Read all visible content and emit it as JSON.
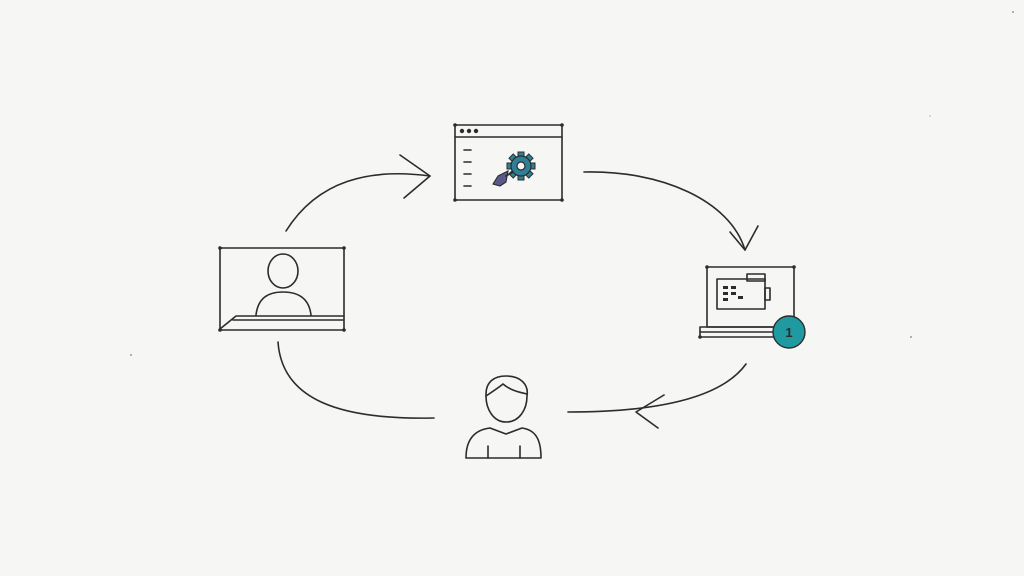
{
  "diagram": {
    "nodes": [
      {
        "id": "video-call",
        "icon": "video-call-monitor-icon"
      },
      {
        "id": "app-window",
        "icon": "browser-window-gear-icon"
      },
      {
        "id": "laptop",
        "icon": "laptop-with-badge-icon",
        "badge": "1"
      },
      {
        "id": "user",
        "icon": "user-person-icon"
      }
    ],
    "edges": [
      {
        "from": "video-call",
        "to": "app-window"
      },
      {
        "from": "app-window",
        "to": "laptop"
      },
      {
        "from": "laptop",
        "to": "user"
      },
      {
        "from": "user",
        "to": "video-call"
      }
    ],
    "colors": {
      "background": "#f6f6f4",
      "ink": "#2c2c2c",
      "gear": "#2f7f96",
      "gear_accent": "#5a5a8a",
      "badge": "#1f9aa0"
    }
  }
}
